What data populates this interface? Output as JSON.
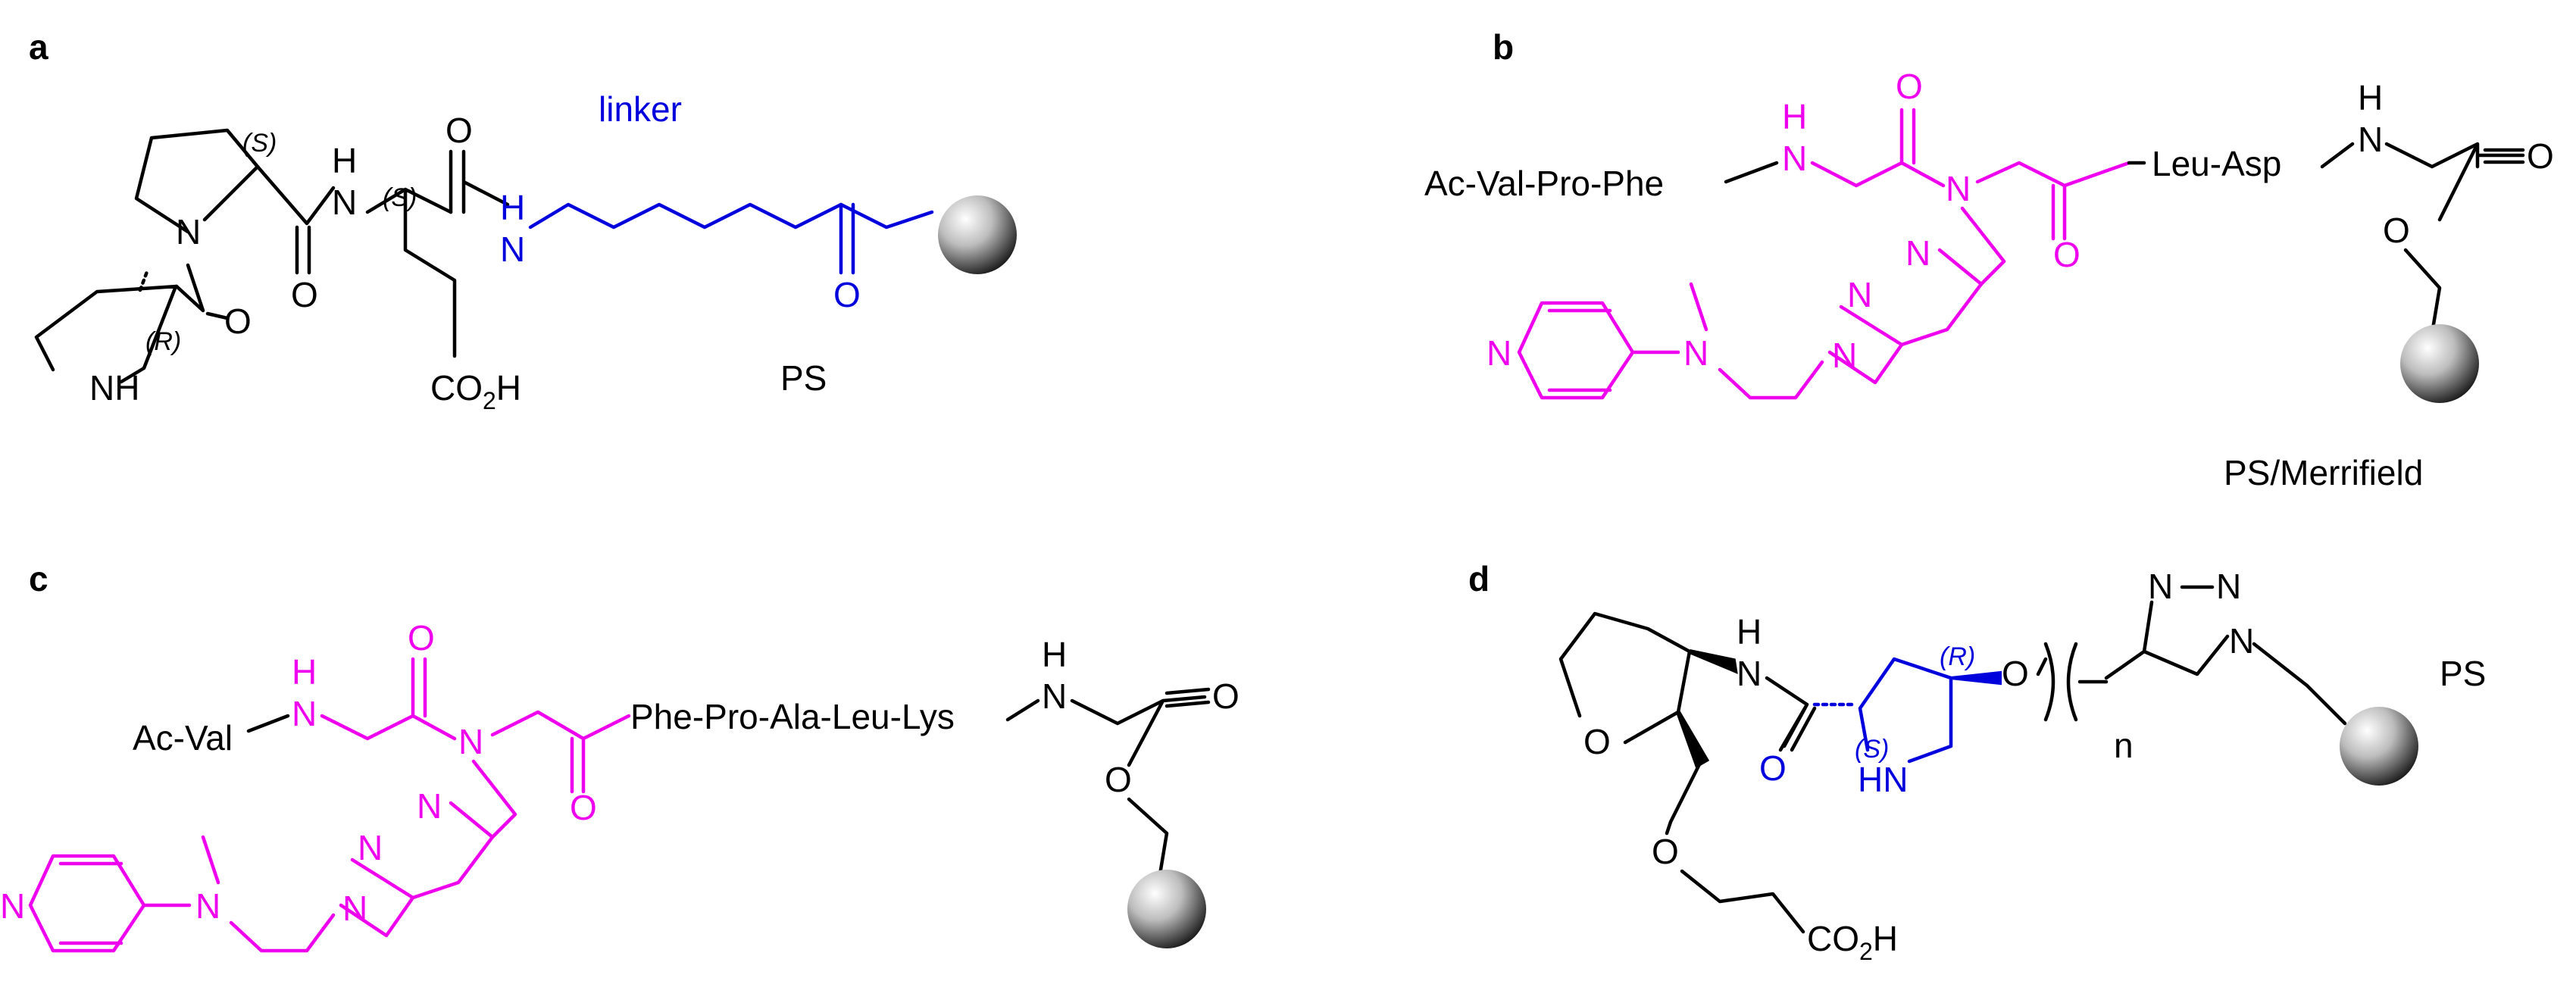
{
  "colors": {
    "black": "#000000",
    "magenta": "#ee00ee",
    "blue": "#0000dd"
  },
  "panels": {
    "a": {
      "letter": "a",
      "linker_label": "linker",
      "support_label": "PS",
      "stereo": [
        "(S)",
        "(S)",
        "(R)"
      ],
      "atoms": {
        "N": "N",
        "NH": "NH",
        "H": "H",
        "O": "O",
        "acid": "CO",
        "acid_sub": "2",
        "acid_end": "H"
      }
    },
    "b": {
      "letter": "b",
      "n_term": "Ac-Val-Pro-Phe",
      "c_term": "Leu-Asp",
      "support_label": "PS/Merrifield",
      "atoms": {
        "N": "N",
        "H": "H",
        "O": "O"
      }
    },
    "c": {
      "letter": "c",
      "n_term": "Ac-Val",
      "c_term": "Phe-Pro-Ala-Leu-Lys",
      "atoms": {
        "N": "N",
        "H": "H",
        "O": "O"
      }
    },
    "d": {
      "letter": "d",
      "support_label": "PS",
      "repeat": "n",
      "stereo": [
        "(R)",
        "(S)"
      ],
      "atoms": {
        "N": "N",
        "H": "H",
        "HN": "HN",
        "O": "O",
        "acid": "CO",
        "acid_sub": "2",
        "acid_end": "H"
      }
    }
  }
}
